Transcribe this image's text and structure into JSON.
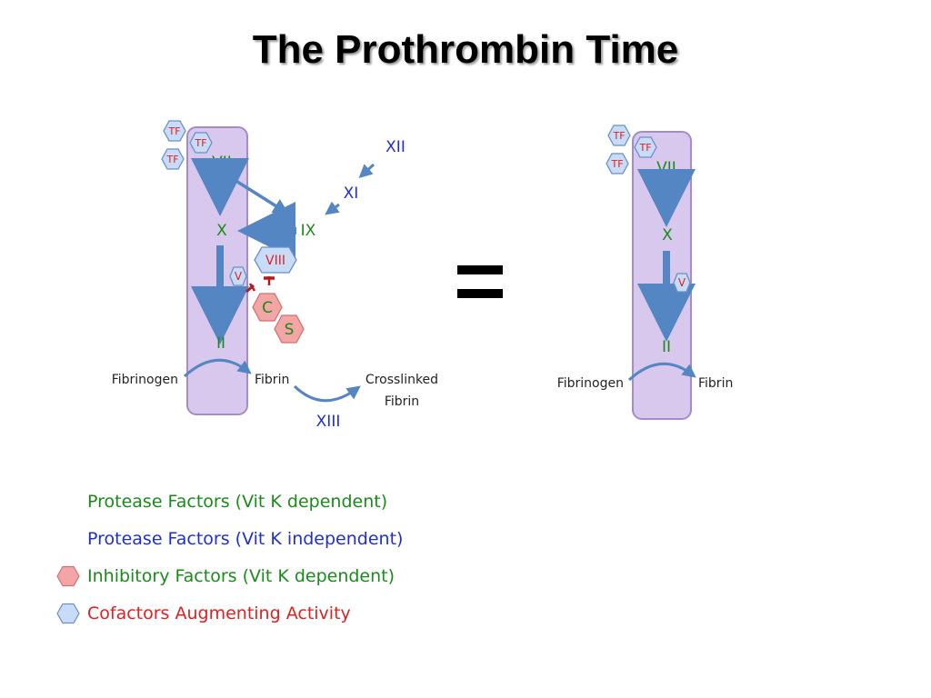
{
  "title": "The Prothrombin Time",
  "colors": {
    "vitk_dependent": "#1a8a1a",
    "vitk_independent": "#1f2fd1",
    "inhibitor_fill": "#f4a6a6",
    "cofactor_fill": "#c9dcf7",
    "cofactor_text": "#e02020",
    "arrow": "#5486c4",
    "column_fill": "#d8c8ee",
    "column_stroke": "#a58cc9"
  },
  "full_cascade": {
    "tf_labels": [
      "TF",
      "TF",
      "TF"
    ],
    "factors": {
      "vii": "VII",
      "x": "X",
      "ii": "II",
      "ix": "IX",
      "xi": "XI",
      "xii": "XII",
      "xiii": "XIII"
    },
    "cofactors": {
      "v": "V",
      "viii": "VIII"
    },
    "inhibitors": {
      "c": "C",
      "s": "S"
    },
    "substrates": {
      "fibrinogen": "Fibrinogen",
      "fibrin": "Fibrin",
      "crosslinked_line1": "Crosslinked",
      "crosslinked_line2": "Fibrin"
    }
  },
  "equals_sign": "=",
  "simplified_cascade": {
    "tf_labels": [
      "TF",
      "TF",
      "TF"
    ],
    "factors": {
      "vii": "VII",
      "x": "X",
      "ii": "II"
    },
    "cofactors": {
      "v": "V"
    },
    "substrates": {
      "fibrinogen": "Fibrinogen",
      "fibrin": "Fibrin"
    }
  },
  "legend": [
    {
      "label": "Protease Factors (Vit K dependent)",
      "color": "#1a8a1a",
      "marker": "none"
    },
    {
      "label": "Protease Factors (Vit K independent)",
      "color": "#1f2fd1",
      "marker": "none"
    },
    {
      "label": "Inhibitory Factors (Vit K dependent)",
      "color": "#1a8a1a",
      "marker": "inhibitor-hexagon"
    },
    {
      "label": "Cofactors Augmenting Activity",
      "color": "#e02020",
      "marker": "cofactor-hexagon"
    }
  ]
}
